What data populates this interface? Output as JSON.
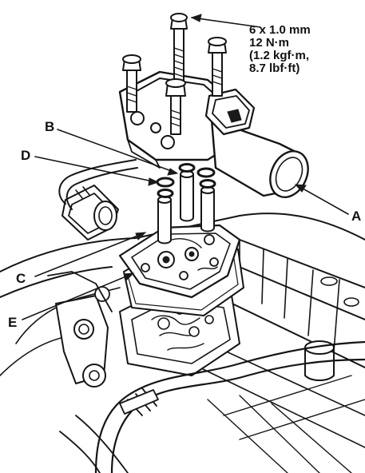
{
  "spec": {
    "bolt_size": "6 x 1.0 mm",
    "torque_nm": "12 N·m",
    "torque_kgfm": "(1.2 kgf·m,",
    "torque_lbfft": "8.7 lbf·ft)"
  },
  "callouts": {
    "a": "A",
    "b": "B",
    "c": "C",
    "d": "D",
    "e": "E"
  },
  "colors": {
    "ink": "#151515",
    "paper": "#ffffff"
  }
}
